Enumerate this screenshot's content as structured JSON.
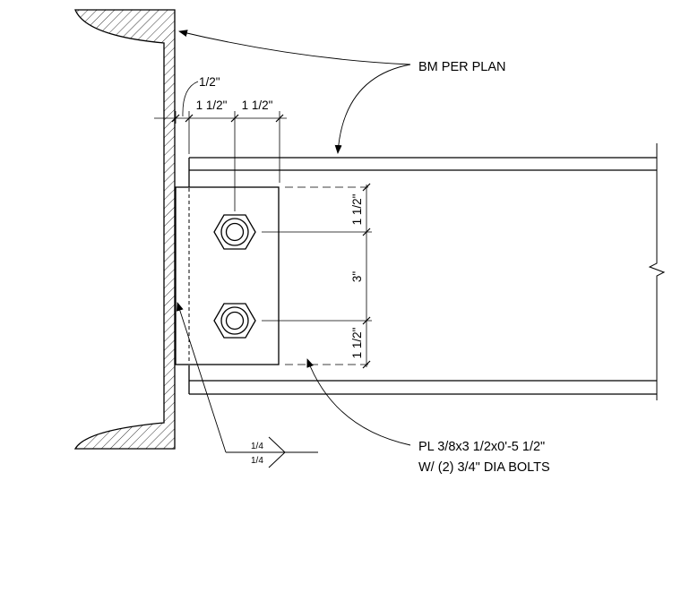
{
  "labels": {
    "beam_callout": "BM PER PLAN",
    "plate_callout_line1": "PL 3/8x3 1/2x0'-5 1/2\"",
    "plate_callout_line2": "W/ (2) 3/4\" DIA BOLTS",
    "weld_top": "1/4",
    "weld_bottom": "1/4"
  },
  "dimensions": {
    "gap": "1/2\"",
    "horizontal_edge": "1 1/2\"",
    "horizontal_spacing": "1 1/2\"",
    "vertical_top_edge": "1 1/2\"",
    "vertical_spacing": "3\"",
    "vertical_bottom_edge": "1 1/2\""
  },
  "colors": {
    "line": "#000000",
    "background": "#ffffff"
  }
}
